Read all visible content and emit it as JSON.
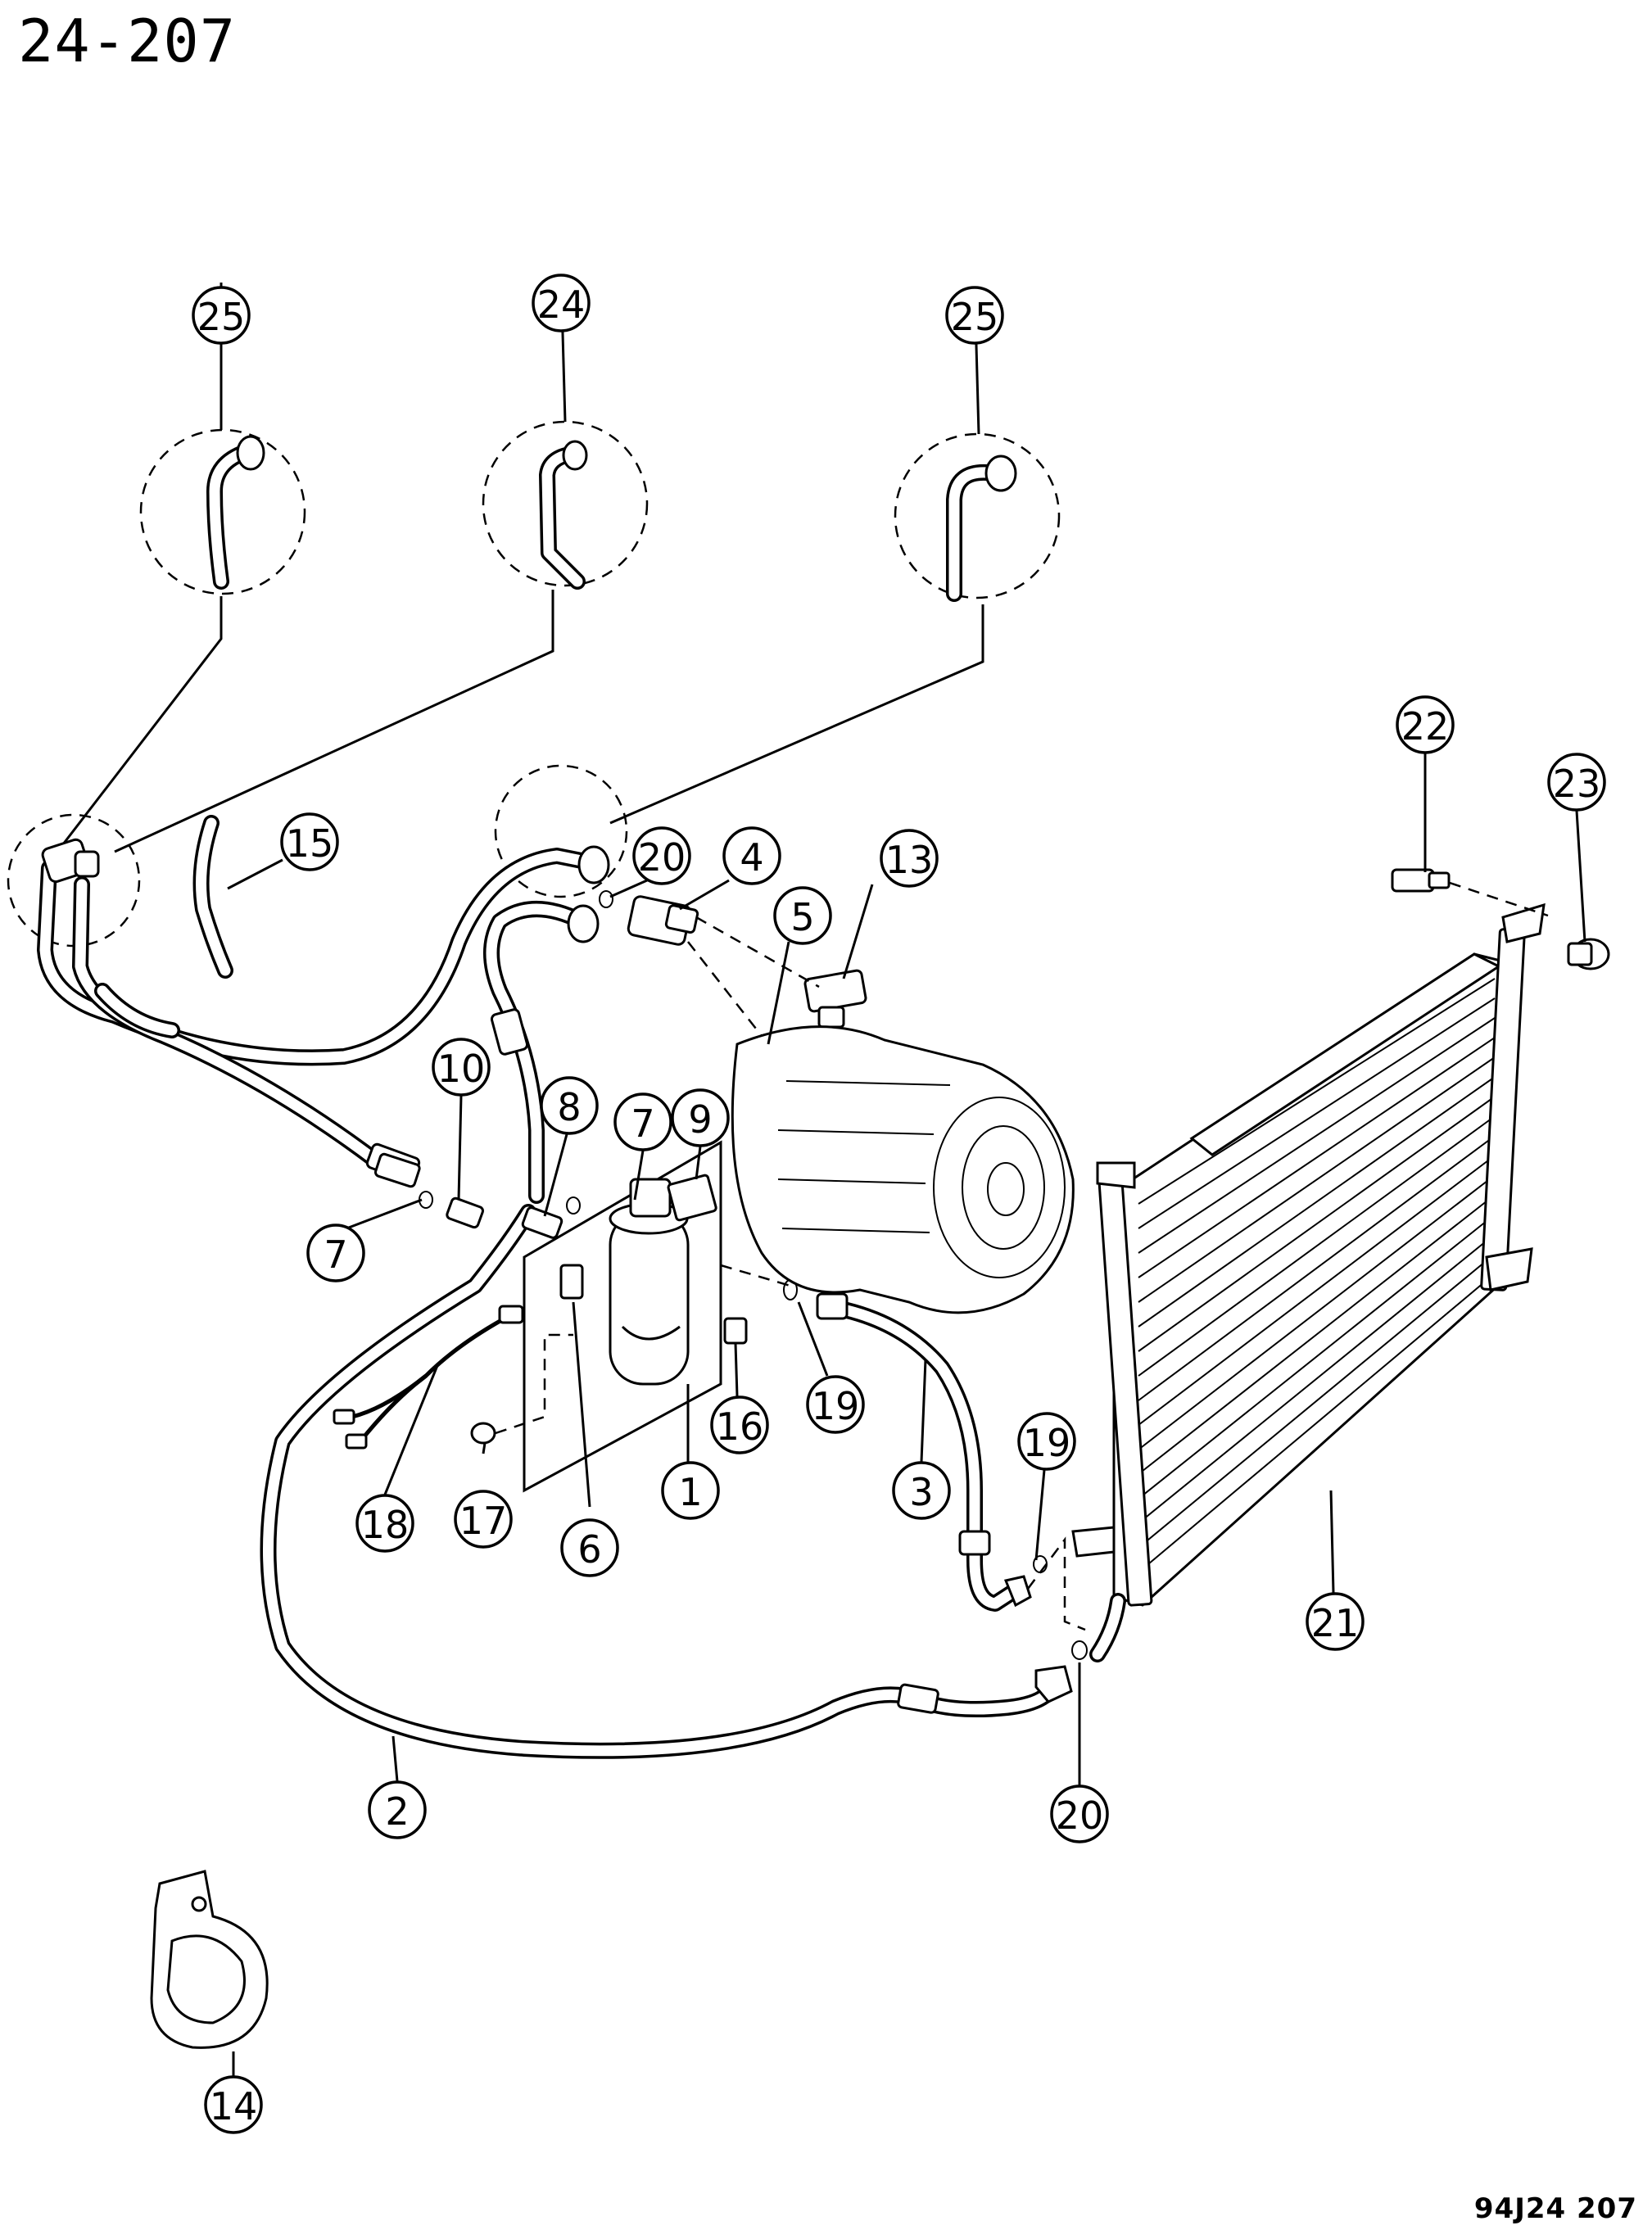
{
  "header": {
    "page_code": "24-207"
  },
  "footer": {
    "drawing_code": "94J24  207"
  },
  "callouts": [
    {
      "id": "c25a",
      "label": "25"
    },
    {
      "id": "c24",
      "label": "24"
    },
    {
      "id": "c25b",
      "label": "25"
    },
    {
      "id": "c22",
      "label": "22"
    },
    {
      "id": "c23",
      "label": "23"
    },
    {
      "id": "c15",
      "label": "15"
    },
    {
      "id": "c20a",
      "label": "20"
    },
    {
      "id": "c4",
      "label": "4"
    },
    {
      "id": "c13",
      "label": "13"
    },
    {
      "id": "c5",
      "label": "5"
    },
    {
      "id": "c10",
      "label": "10"
    },
    {
      "id": "c8",
      "label": "8"
    },
    {
      "id": "c9",
      "label": "9"
    },
    {
      "id": "c7a",
      "label": "7"
    },
    {
      "id": "c7b",
      "label": "7"
    },
    {
      "id": "c19a",
      "label": "19"
    },
    {
      "id": "c16",
      "label": "16"
    },
    {
      "id": "c1",
      "label": "1"
    },
    {
      "id": "c3",
      "label": "3"
    },
    {
      "id": "c19b",
      "label": "19"
    },
    {
      "id": "c18",
      "label": "18"
    },
    {
      "id": "c17",
      "label": "17"
    },
    {
      "id": "c6",
      "label": "6"
    },
    {
      "id": "c21",
      "label": "21"
    },
    {
      "id": "c2",
      "label": "2"
    },
    {
      "id": "c20b",
      "label": "20"
    },
    {
      "id": "c14",
      "label": "14"
    }
  ]
}
